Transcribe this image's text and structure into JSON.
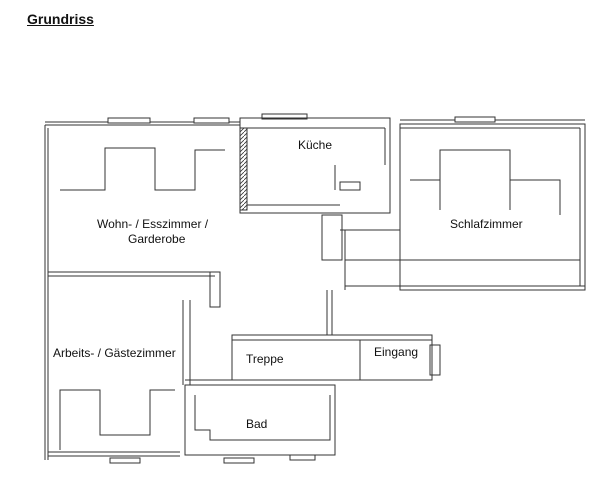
{
  "document": {
    "title": "Grundriss"
  },
  "rooms": {
    "kueche": "Küche",
    "wohn_line1": "Wohn- / Esszimmer /",
    "wohn_line2": "Garderobe",
    "schlafzimmer": "Schlafzimmer",
    "arbeits": "Arbeits- / Gästezimmer",
    "treppe": "Treppe",
    "eingang": "Eingang",
    "bad": "Bad"
  }
}
